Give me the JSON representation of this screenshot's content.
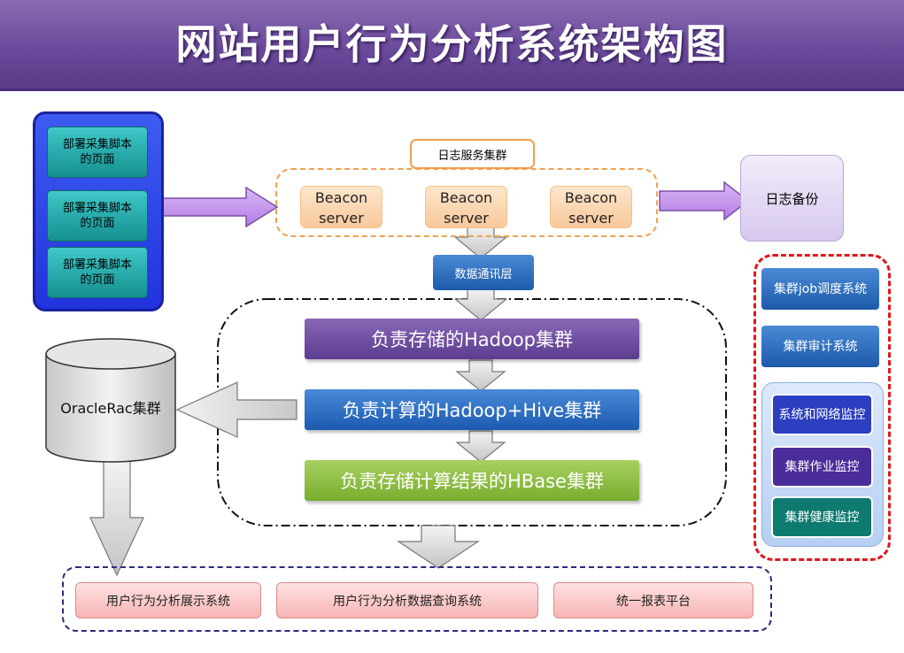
{
  "title": "网站用户行为分析系统架构图",
  "collection_pages": [
    "部署采集脚本的页面",
    "部署采集脚本的页面",
    "部署采集脚本的页面"
  ],
  "log_cluster_label": "日志服务集群",
  "beacon_servers": [
    {
      "line1": "Beacon",
      "line2": "server"
    },
    {
      "line1": "Beacon",
      "line2": "server"
    },
    {
      "line1": "Beacon",
      "line2": "server"
    }
  ],
  "log_backup": "日志备份",
  "comm_layer": "数据通讯层",
  "clusters": {
    "storage": "负责存储的Hadoop集群",
    "compute": "负责计算的Hadoop+Hive集群",
    "hbase": "负责存储计算结果的HBase集群"
  },
  "oracle": "OracleRac集群",
  "controls": [
    "集群job调度系统",
    "集群审计系统"
  ],
  "monitors": [
    {
      "label": "系统和网络监控",
      "color": "#2b3fc0"
    },
    {
      "label": "集群作业监控",
      "color": "#4a2c9a"
    },
    {
      "label": "集群健康监控",
      "color": "#0f7a70"
    }
  ],
  "apps": [
    "用户行为分析展示系统",
    "用户行为分析数据查询系统",
    "统一报表平台"
  ]
}
